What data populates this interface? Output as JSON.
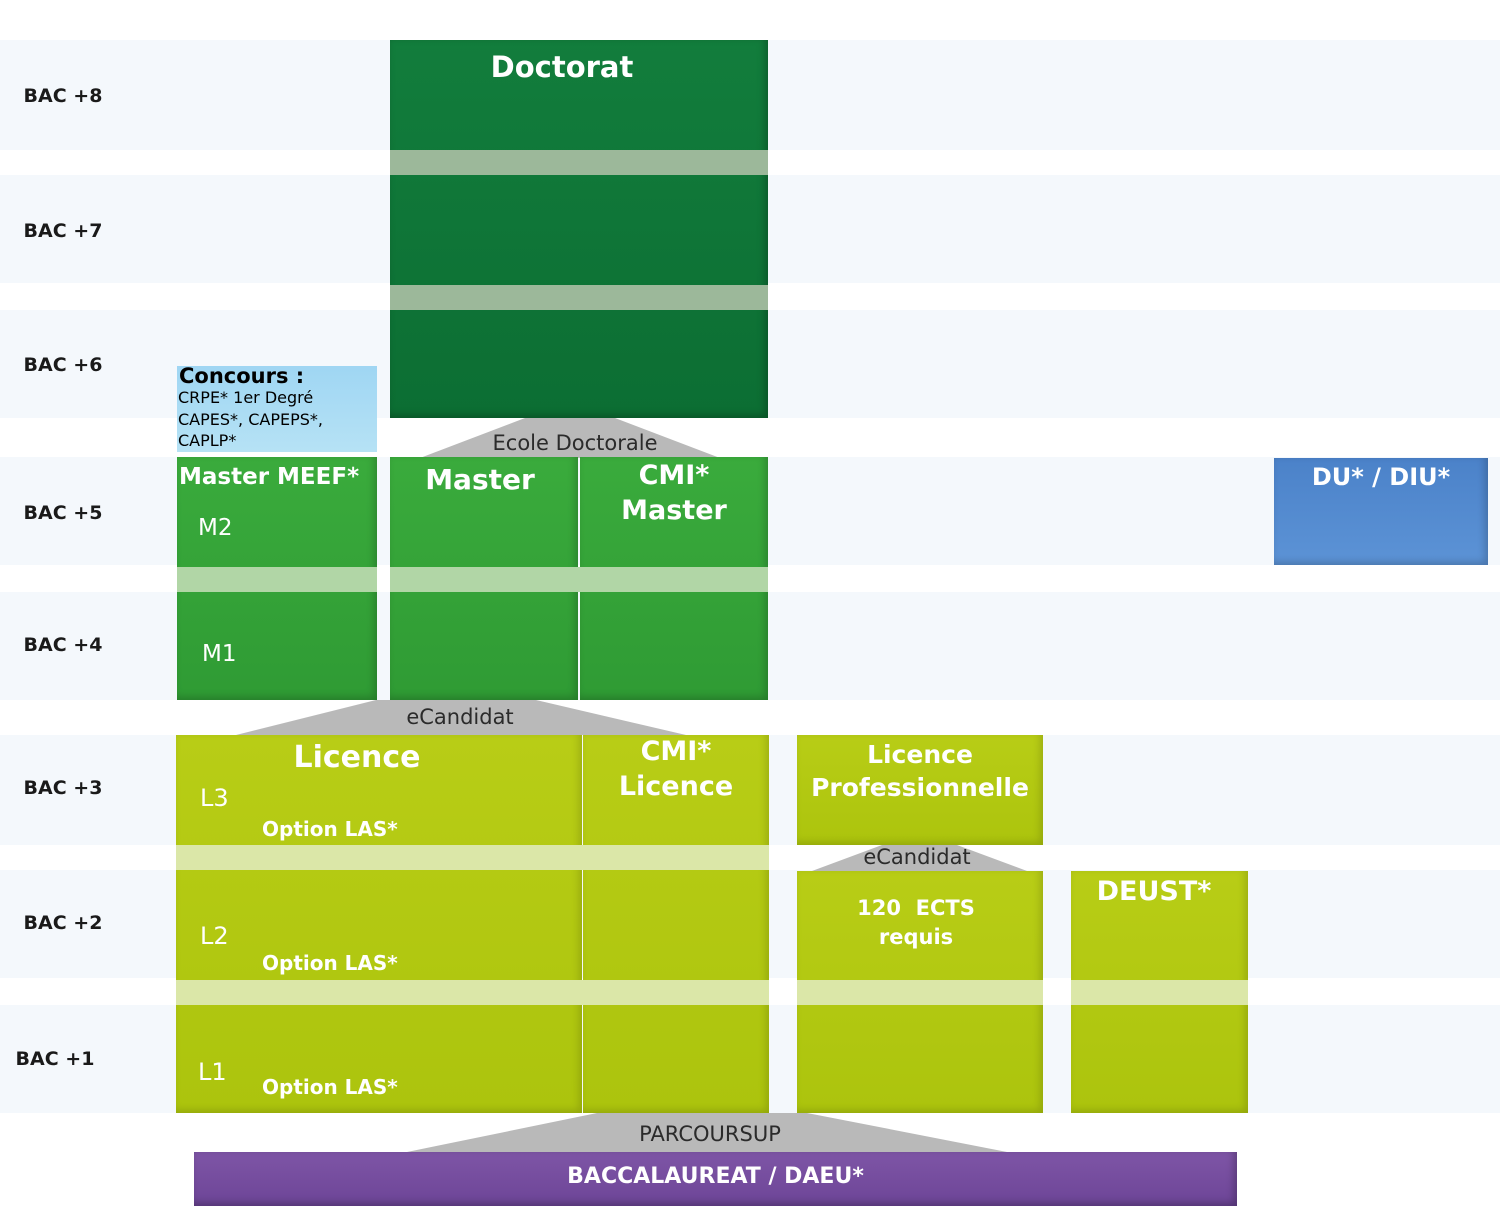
{
  "rows": [
    "BAC +8",
    "BAC +7",
    "BAC +6",
    "BAC +5",
    "BAC +4",
    "BAC +3",
    "BAC +2",
    "BAC +1"
  ],
  "doctorat": {
    "title": "Doctorat"
  },
  "ecole_doctorale": "Ecole Doctorale",
  "concours": {
    "title": "Concours :",
    "line1": "CRPE* 1er Degré",
    "line2": "CAPES*, CAPEPS*,",
    "line3": "CAPLP*"
  },
  "master_meef": {
    "title": "Master MEEF*",
    "m2": "M2",
    "m1": "M1"
  },
  "master": {
    "title": "Master"
  },
  "cmi_master": {
    "line1": "CMI*",
    "line2": "Master"
  },
  "du_diu": {
    "title": "DU* / DIU*"
  },
  "ecandidat_master": "eCandidat",
  "licence": {
    "title": "Licence",
    "l3": "L3",
    "l2": "L2",
    "l1": "L1",
    "option_l3": "Option LAS*",
    "option_l2": "Option LAS*",
    "option_l1": "Option LAS*"
  },
  "cmi_licence": {
    "line1": "CMI*",
    "line2": "Licence"
  },
  "licence_pro": {
    "line1": "Licence",
    "line2": "Professionnelle"
  },
  "ecandidat_lp": "eCandidat",
  "ects": {
    "line1": "120  ECTS",
    "line2": "requis"
  },
  "deust": {
    "title": "DEUST*"
  },
  "parcoursup": "PARCOURSUP",
  "bac": {
    "title": "BACCALAUREAT / DAEU*"
  },
  "colors": {
    "doctorat": "#0f7a3a",
    "master": "#37a83a",
    "licence": "#b3c912",
    "concours": "#a8d8f0",
    "du": "#4f86cc",
    "bac": "#7b55a3",
    "triangle": "#b9b9b9"
  }
}
